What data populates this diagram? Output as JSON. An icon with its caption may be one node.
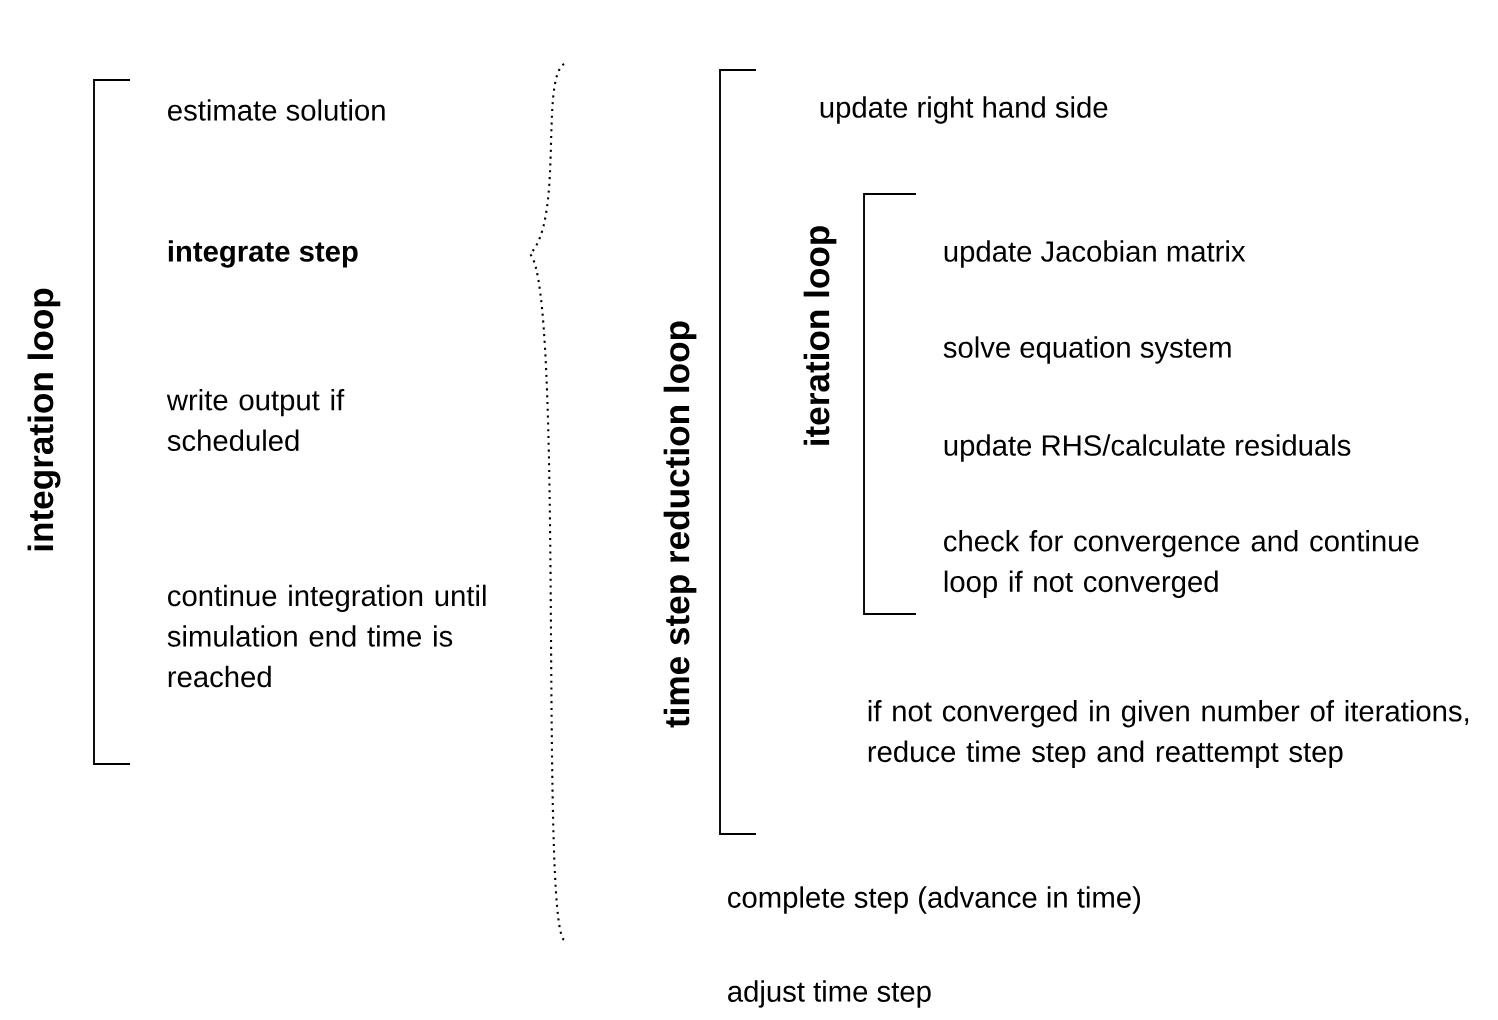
{
  "diagram": {
    "labels": [
      "integration loop",
      "estimate solution",
      "integrate step",
      "write output if scheduled",
      "continue integration until simulation end time is reached",
      "time step reduction loop",
      "update right hand side",
      "iteration loop",
      "update Jacobian matrix",
      "solve equation system",
      "update RHS/calculate residuals",
      "check for convergence and continue loop if not converged",
      "if not converged in given number of iterations, reduce time step and reattempt step",
      "complete step (advance in time)",
      "adjust time step"
    ]
  }
}
